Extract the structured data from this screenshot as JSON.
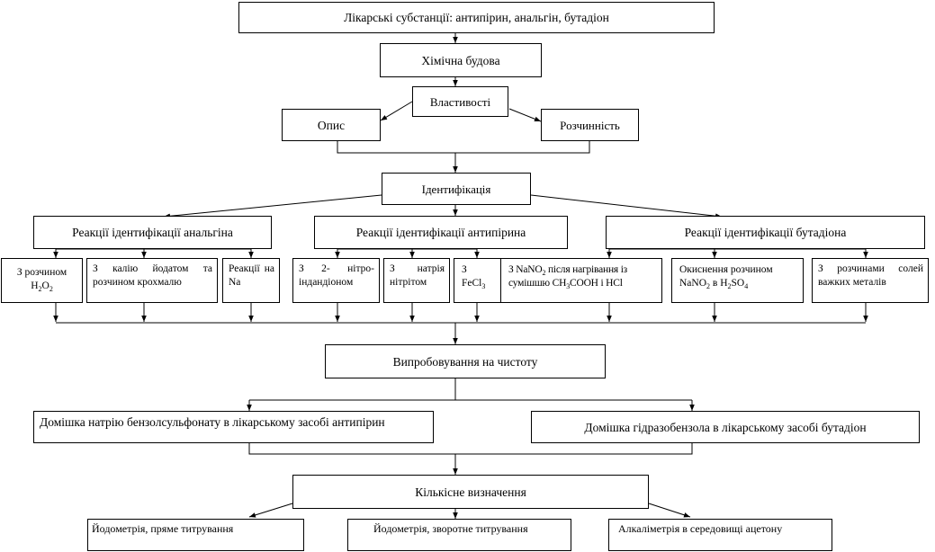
{
  "root": "Лікарські субстанції: антипірин, анальгін, бутадіон",
  "chemical_structure": "Хімічна будова",
  "properties": "Властивості",
  "description": "Опис",
  "solubility": "Розчинність",
  "identification": "Ідентифікація",
  "groups": {
    "analgin": "Реакції ідентифікації анальгіна",
    "antipyrin": "Реакції ідентифікації антипірина",
    "butadion": "Реакції ідентифікації бутадіона"
  },
  "reactions": {
    "h2o2_prefix": "З розчином",
    "h2o2_formula": "H2O2",
    "potassium_iodate": "З калію йодатом та розчином крохмалю",
    "sodium_reactions": "Реакції на Na",
    "nitroindandione": "З 2- нітро-індандіоном",
    "sodium_nitrite": "З натрія нітрітом",
    "fecl3_prefix": "З",
    "fecl3_formula": "FeCl3",
    "nano2_line1": "З NaNO2 після нагрівання із",
    "nano2_line2": "сумішшю CH3COOH і HCl",
    "oxidation_line1": "Окиснення розчином",
    "oxidation_line2": "NaNO2 в H2SO4",
    "heavy_metals": "З розчинами солей важких металів"
  },
  "purity": "Випробовування на чистоту",
  "impurities": {
    "antipyrin": "Домішка натрію бензолсульфонату в лікарському засобі антипірин",
    "butadion": "Домішка гідразобензола в лікарському засобі бутадіон"
  },
  "quantitative": "Кількісне визначення",
  "methods": {
    "direct": "Йодометрія, пряме титрування",
    "back": "Йодометрія, зворотне титрування",
    "alkalimetry": "Алкаліметрія в середовищі ацетону"
  }
}
